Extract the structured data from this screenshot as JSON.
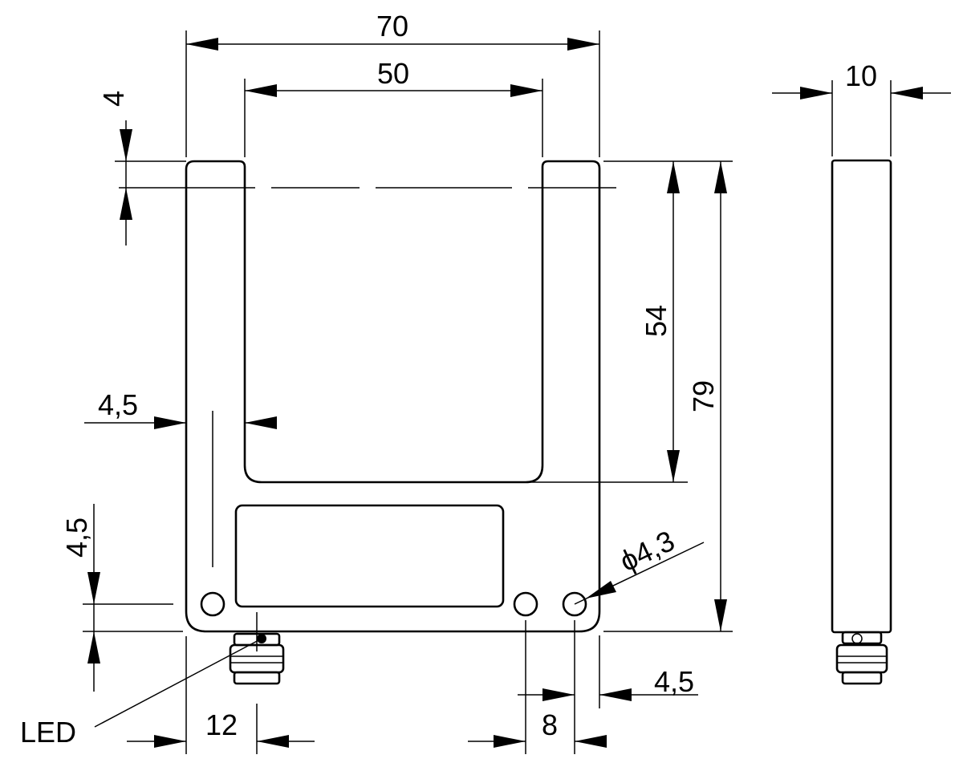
{
  "front_view": {
    "dimensions": {
      "overall_width": "70",
      "slot_width": "50",
      "top_offset": "4",
      "slot_depth": "54",
      "overall_height": "79",
      "wall_thickness": "4,5",
      "hole_height": "4,5",
      "hole_diameter": "4,3",
      "diameter_symbol": "ϕ",
      "hole_right_offset": "4,5",
      "hole_spacing": "8",
      "led_offset": "12"
    },
    "callouts": {
      "led": "LED"
    }
  },
  "side_view": {
    "dimensions": {
      "thickness": "10"
    }
  }
}
